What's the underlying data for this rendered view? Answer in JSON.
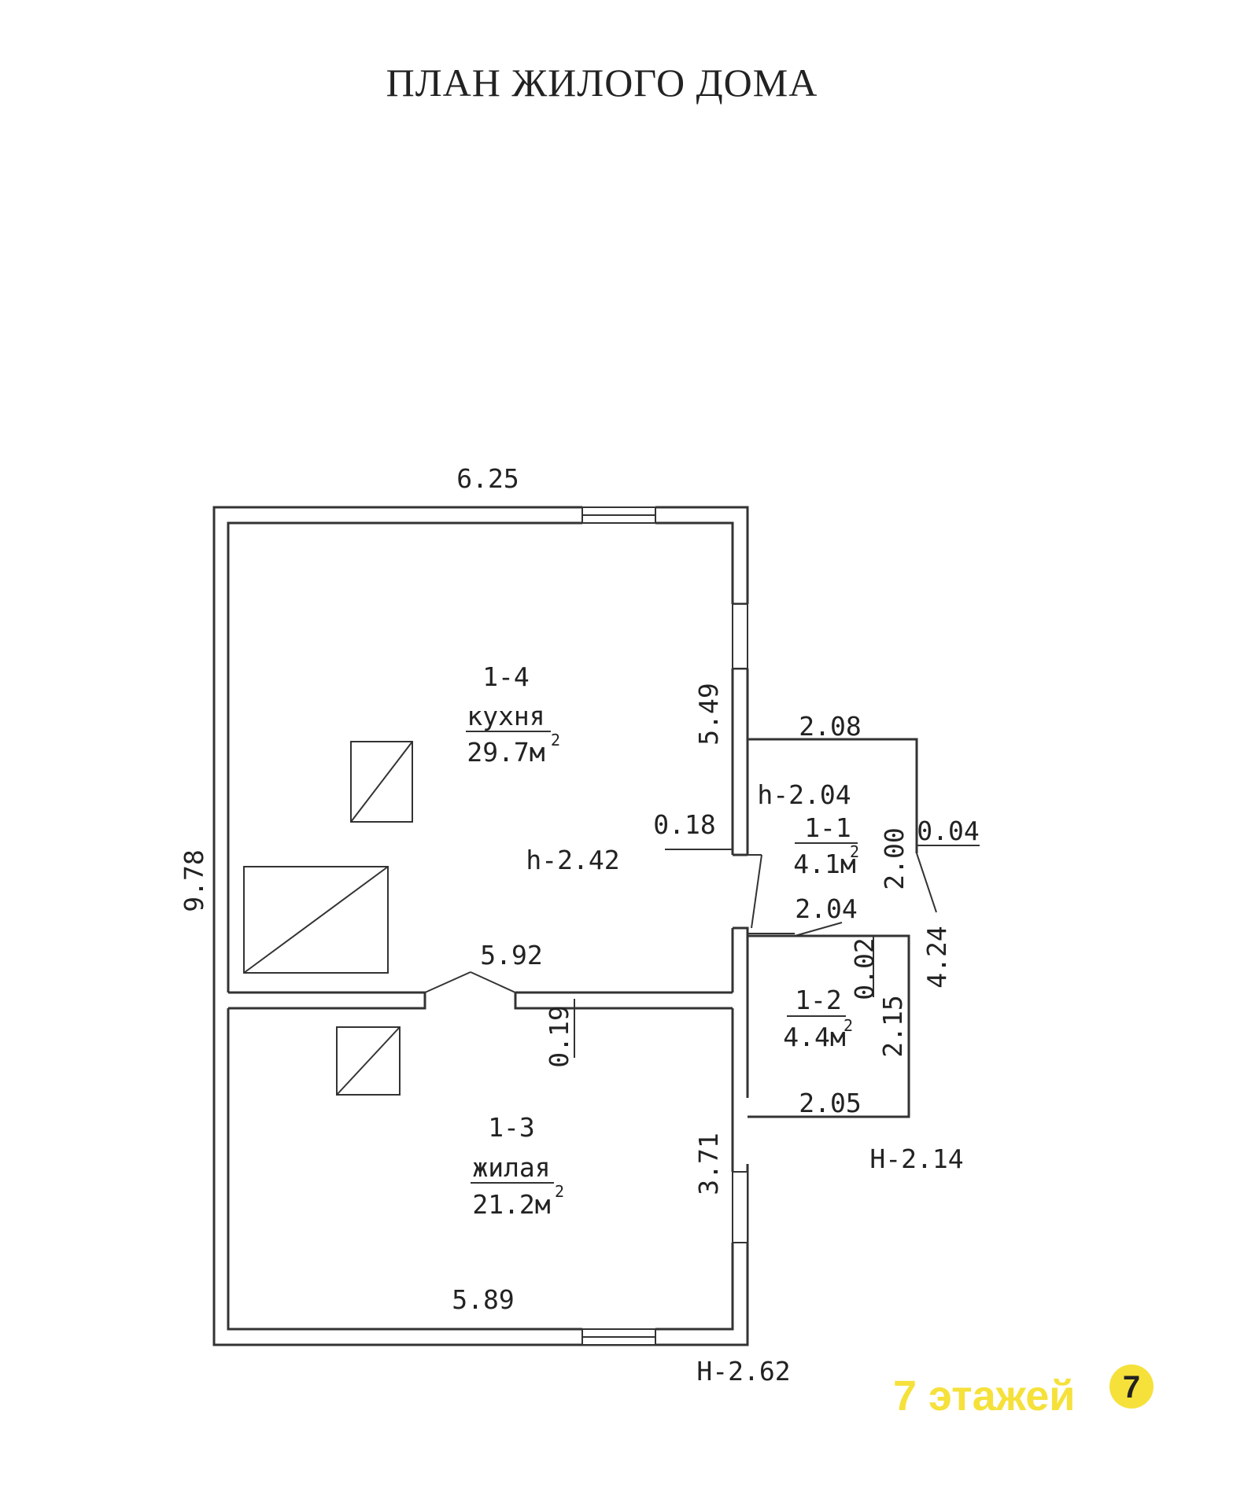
{
  "title": "ПЛАН ЖИЛОГО ДОМА",
  "rooms": [
    {
      "id": "1-4",
      "name": "кухня",
      "area": "29.7м",
      "height": "h-2.42"
    },
    {
      "id": "1-3",
      "name": "жилая",
      "area": "21.2м"
    },
    {
      "id": "1-1",
      "area": "4.1м",
      "height": "h-2.04"
    },
    {
      "id": "1-2",
      "area": "4.4м"
    }
  ],
  "area_unit_exponent": "2",
  "dimensions": {
    "top_width": "6.25",
    "total_height": "9.78",
    "kitchen_right_wall": "5.49",
    "wall_thickness_1": "0.18",
    "partition_width": "5.92",
    "partition_thickness": "0.19",
    "bedroom_right_wall": "3.71",
    "bottom_width": "5.89",
    "vestibule_top": "2.08",
    "vestibule_1_1_height": "2.00",
    "wall_thickness_2": "0.04",
    "vestibule_mid": "2.04",
    "wall_thickness_3": "0.02",
    "vestibule_total_height": "4.24",
    "vestibule_1_2_height": "2.15",
    "vestibule_bottom": "2.05"
  },
  "heights": {
    "house": "H-2.62",
    "vestibule": "H-2.14"
  },
  "watermark": {
    "text": "7 этажей",
    "logo_digit": "7",
    "color": "#f5e13a"
  }
}
